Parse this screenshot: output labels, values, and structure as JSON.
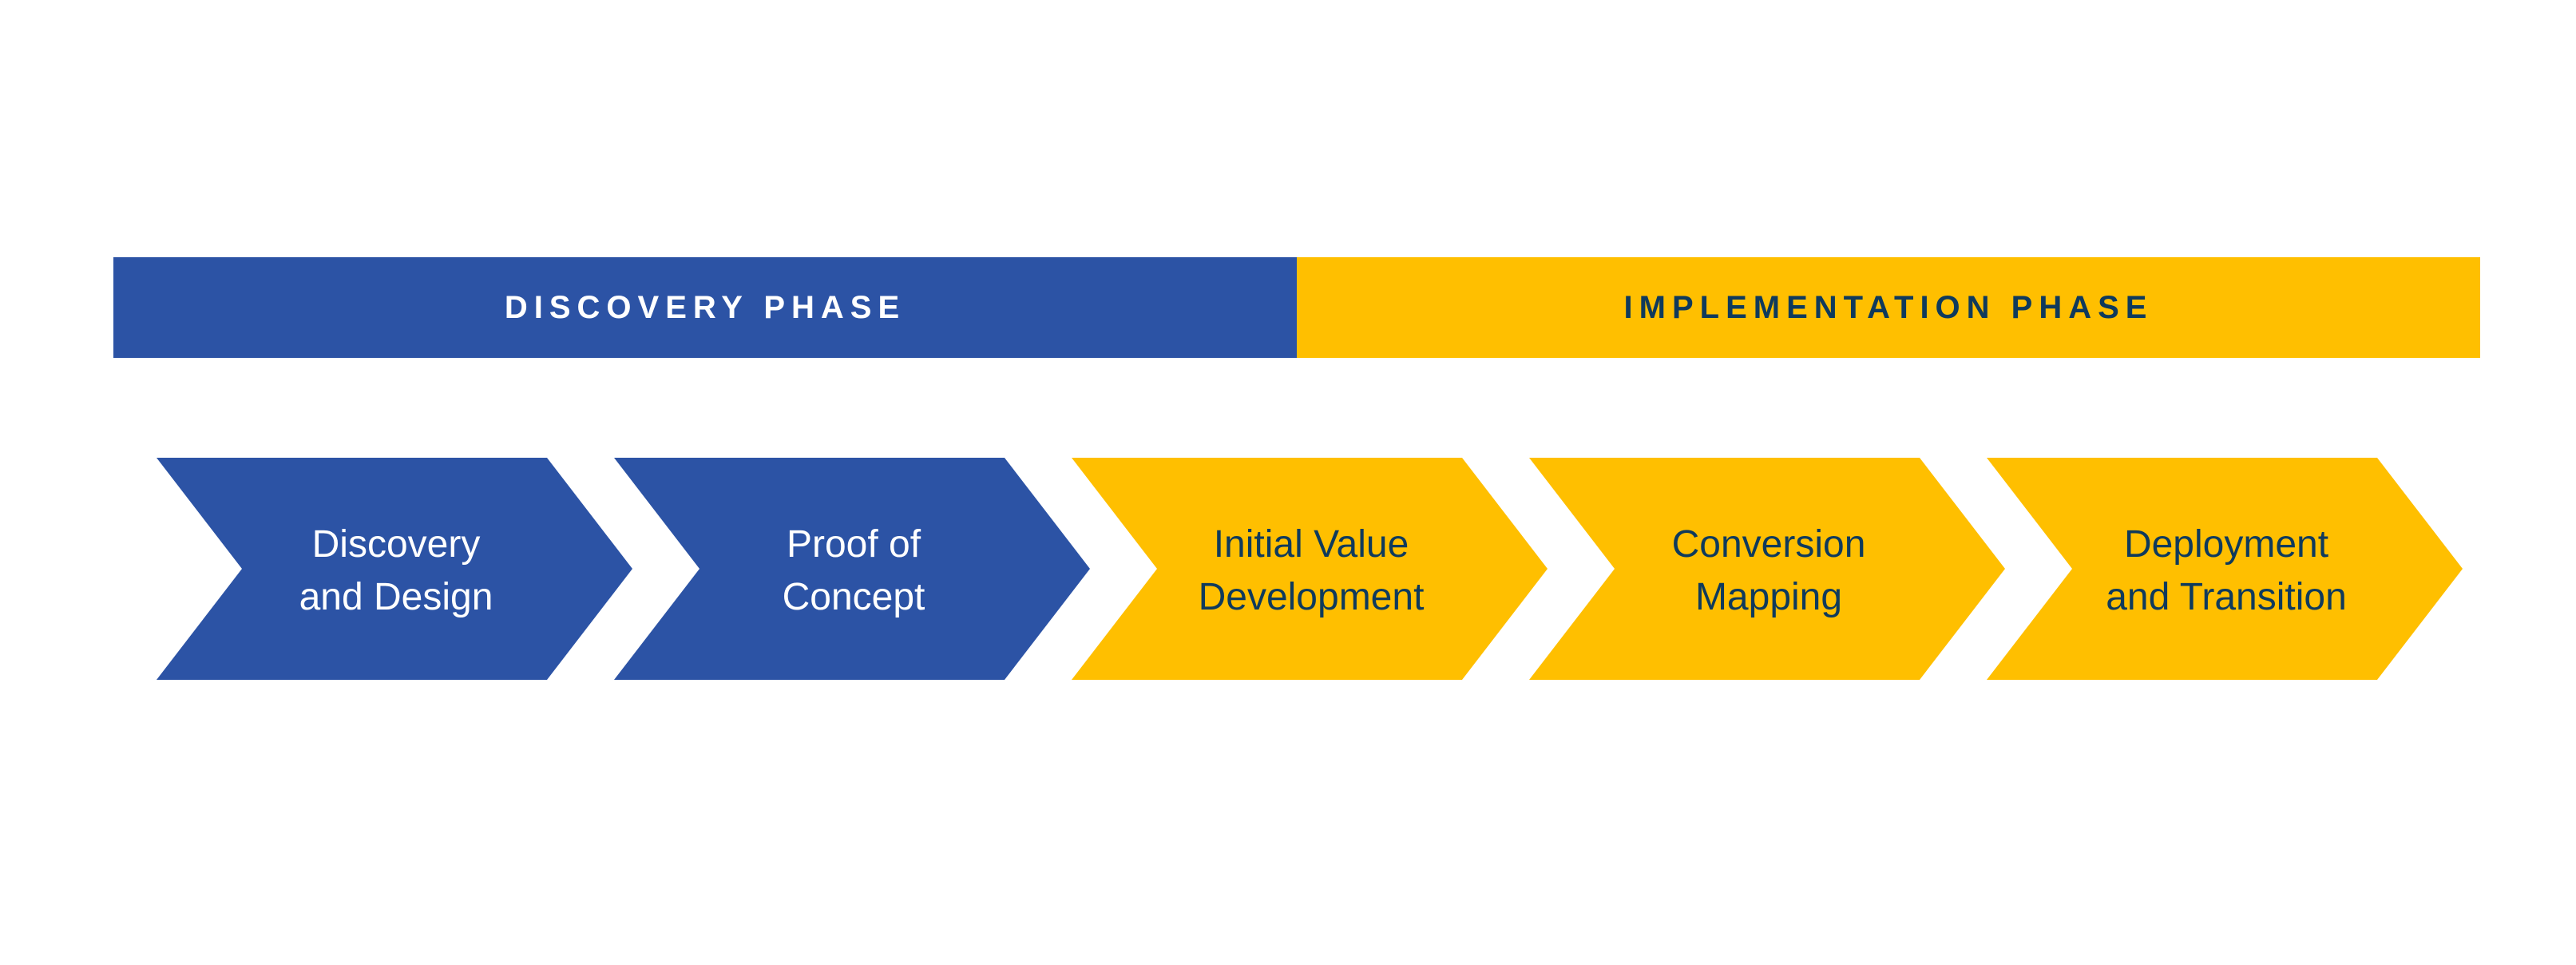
{
  "colors": {
    "discovery": "#2C53A5",
    "implementation": "#FFBF00",
    "discovery_text": "#FFFFFF",
    "implementation_text": "#0F3A5C"
  },
  "phases": [
    {
      "label": "DISCOVERY PHASE",
      "color_key": "discovery"
    },
    {
      "label": "IMPLEMENTATION PHASE",
      "color_key": "implementation"
    }
  ],
  "steps": [
    {
      "lines": [
        "Discovery",
        "and Design"
      ],
      "phase": "discovery"
    },
    {
      "lines": [
        "Proof of",
        "Concept"
      ],
      "phase": "discovery"
    },
    {
      "lines": [
        "Initial Value",
        "Development"
      ],
      "phase": "implementation"
    },
    {
      "lines": [
        "Conversion",
        "Mapping"
      ],
      "phase": "implementation"
    },
    {
      "lines": [
        "Deployment",
        "and Transition"
      ],
      "phase": "implementation"
    }
  ]
}
